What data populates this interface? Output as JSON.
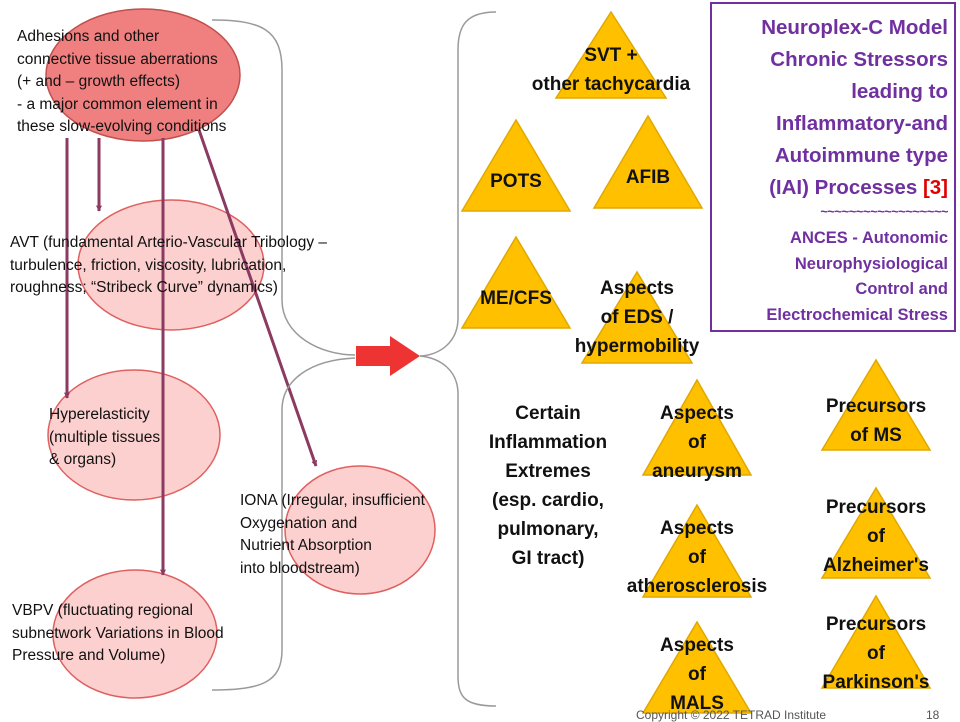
{
  "left_nodes": [
    {
      "id": "adhesions",
      "lines": [
        "Adhesions and other",
        "connective tissue aberrations",
        "(+ and – growth effects)",
        "- a major common element in",
        "these slow-evolving conditions"
      ]
    },
    {
      "id": "avt",
      "lines": [
        "AVT (fundamental Arterio-Vascular Tribology –",
        "turbulence, friction, viscosity, lubrication,",
        "roughness; “Stribeck Curve” dynamics)"
      ]
    },
    {
      "id": "hyperelasticity",
      "lines": [
        "Hyperelasticity",
        "(multiple tissues",
        "& organs)"
      ]
    },
    {
      "id": "iona",
      "lines": [
        "IONA (Irregular, insufficient",
        "Oxygenation and",
        "Nutrient Absorption",
        "into bloodstream)"
      ]
    },
    {
      "id": "vbpv",
      "lines": [
        "VBPV (fluctuating regional",
        "subnetwork Variations in Blood",
        "Pressure and Volume)"
      ]
    }
  ],
  "conditions": [
    {
      "id": "svt",
      "lines": [
        "SVT +",
        "other tachycardia"
      ]
    },
    {
      "id": "pots",
      "lines": [
        "POTS"
      ]
    },
    {
      "id": "afib",
      "lines": [
        "AFIB"
      ]
    },
    {
      "id": "mecfs",
      "lines": [
        "ME/CFS"
      ]
    },
    {
      "id": "eds",
      "lines": [
        "Aspects",
        "of EDS /",
        "hypermobility"
      ]
    },
    {
      "id": "inflammation",
      "lines": [
        "Certain",
        "Inflammation",
        "Extremes",
        "(esp. cardio,",
        "pulmonary,",
        "GI tract)"
      ]
    },
    {
      "id": "aneurysm",
      "lines": [
        "Aspects",
        "of",
        "aneurysm"
      ]
    },
    {
      "id": "ms",
      "lines": [
        "Precursors",
        "of MS"
      ]
    },
    {
      "id": "atherosclerosis",
      "lines": [
        "Aspects",
        "of",
        "atherosclerosis"
      ]
    },
    {
      "id": "alzheimers",
      "lines": [
        "Precursors",
        "of",
        "Alzheimer's"
      ]
    },
    {
      "id": "mals",
      "lines": [
        "Aspects",
        "of",
        "MALS"
      ]
    },
    {
      "id": "parkinsons",
      "lines": [
        "Precursors",
        "of",
        "Parkinson's"
      ]
    }
  ],
  "title_box": {
    "title_lines": [
      "Neuroplex-C Model",
      "Chronic Stressors",
      "leading to",
      "Inflammatory-and",
      "Autoimmune type",
      "(IAI) Processes "
    ],
    "title_ref": "[3]",
    "tilde_line": "~~~~~~~~~~~~~~~~~~",
    "subtitle_lines": [
      "ANCES - Autonomic",
      "Neurophysiological",
      "Control and",
      "Electrochemical Stress"
    ]
  },
  "footer": "Copyright © 2022 TETRAD Institute",
  "slide_number": "18",
  "colors": {
    "ellipse_dark_fill": "#f08080",
    "ellipse_dark_stroke": "#c0504d",
    "ellipse_light_fill": "#fdd0d0",
    "ellipse_light_stroke": "#e06060",
    "arrow": "#8b3a62",
    "triangle_fill": "#ffc000",
    "triangle_stroke": "#e0a800",
    "bracket": "#9a9a9a",
    "big_arrow": "#ee3333",
    "title": "#7030a0",
    "reference": "#e00000"
  }
}
